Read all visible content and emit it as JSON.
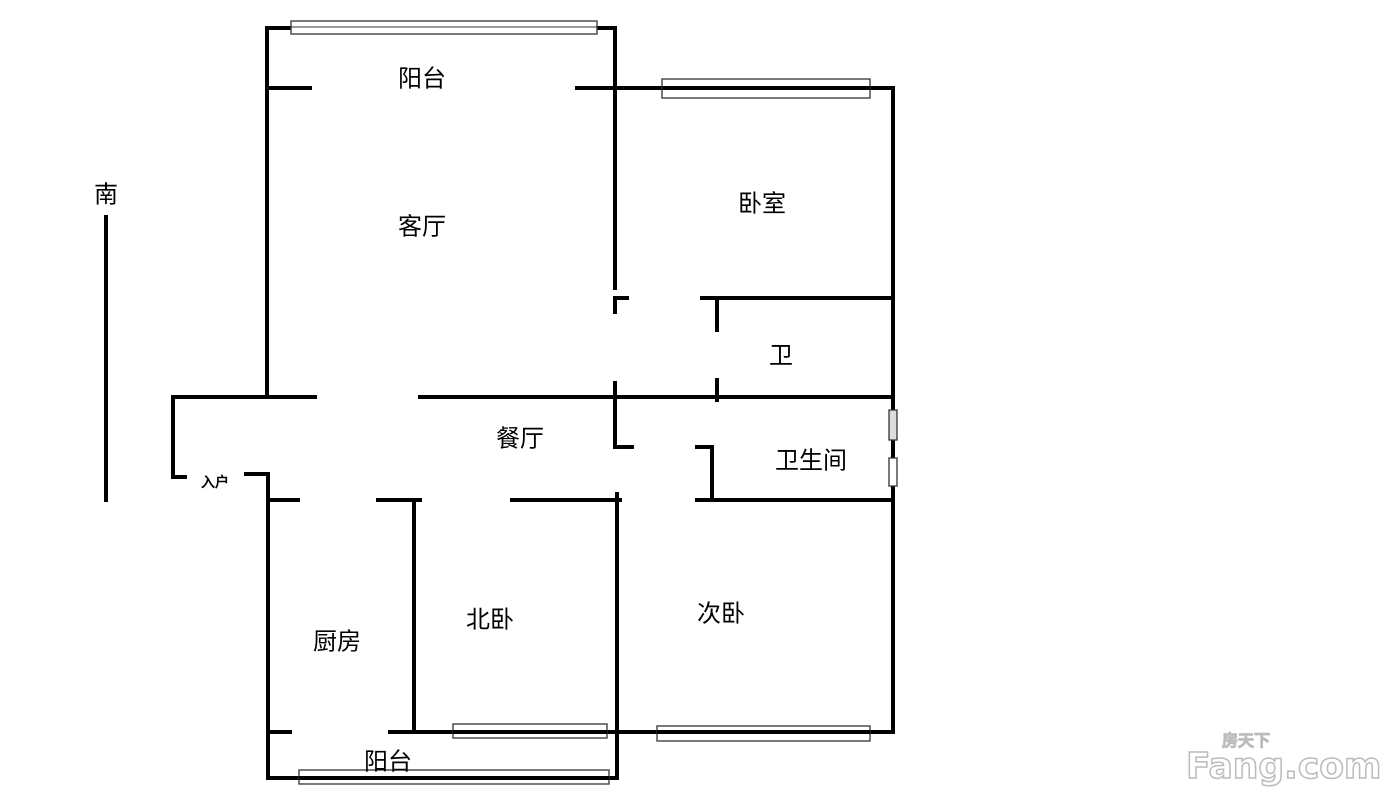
{
  "compass": {
    "label": "南"
  },
  "rooms": {
    "balcony_top": "阳台",
    "living_room": "客厅",
    "bedroom": "卧室",
    "bathroom_small": "卫",
    "dining_room": "餐厅",
    "bathroom": "卫生间",
    "entrance": "入户",
    "kitchen": "厨房",
    "north_bedroom": "北卧",
    "second_bedroom": "次卧",
    "balcony_bottom": "阳台"
  },
  "watermark": {
    "brand": "Fang.com",
    "brand_cn": "房天下"
  }
}
